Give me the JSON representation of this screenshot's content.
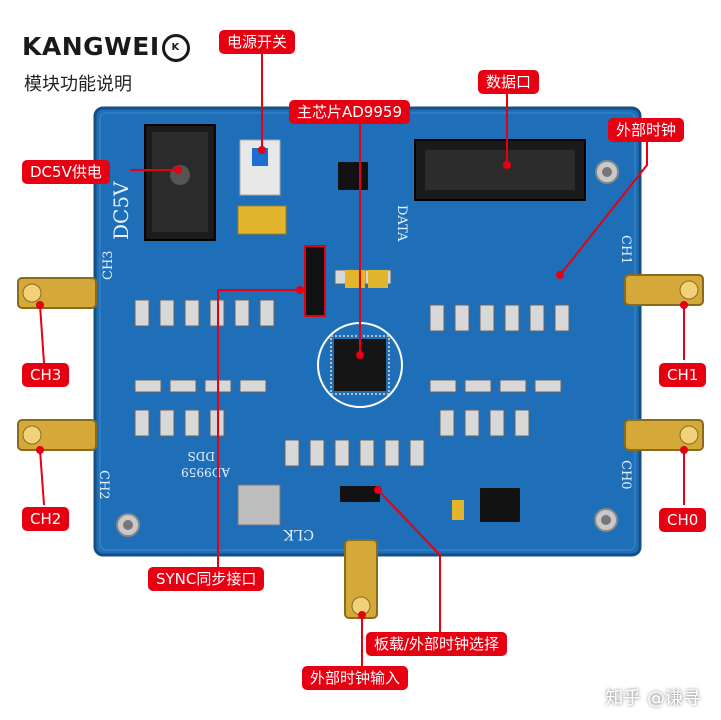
{
  "brand": {
    "name": "KANGWEI",
    "badge": "K"
  },
  "subtitle": "模块功能说明",
  "callouts": {
    "power_switch": "电源开关",
    "data_port": "数据口",
    "main_chip": "主芯片AD9959",
    "ext_clock": "外部时钟",
    "dc_power": "DC5V供电",
    "ch3": "CH3",
    "ch2": "CH2",
    "ch1": "CH1",
    "ch0": "CH0",
    "sync": "SYNC同步接口",
    "clock_select": "板载/外部时钟选择",
    "ext_clock_input": "外部时钟输入"
  },
  "silkscreen": {
    "dc5v": "DC5V",
    "data": "DATA",
    "ch3": "CH3",
    "ch2": "CH2",
    "ch1": "CH1",
    "ch0": "CH0",
    "clk": "CLK",
    "dds": "DDS",
    "ad9959": "AD9959"
  },
  "watermark": "知乎 @谦寻",
  "colors": {
    "pcb": "#1e6fb8",
    "callout": "#e60012",
    "gold": "#d4a93a"
  }
}
